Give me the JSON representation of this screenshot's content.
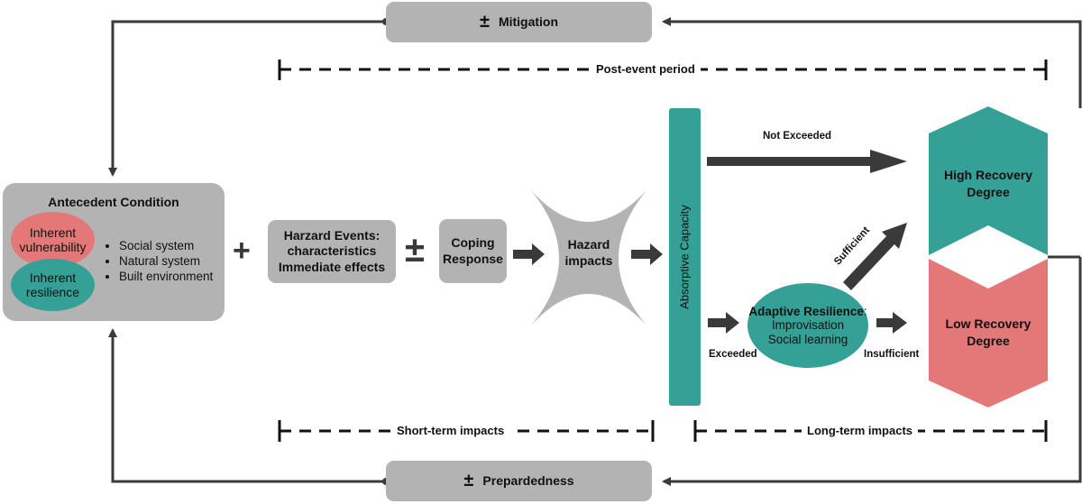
{
  "colors": {
    "gray": "#b3b3b3",
    "teal": "#35a196",
    "red": "#e47878",
    "line": "#3a3a3a"
  },
  "mitigation": {
    "symbol": "±",
    "label": "Mitigation"
  },
  "preparedness": {
    "symbol": "±",
    "label": "Prepardedness"
  },
  "periods": {
    "post_event": "Post-event period",
    "short_term": "Short-term impacts",
    "long_term": "Long-term impacts"
  },
  "antecedent": {
    "title": "Antecedent Condition",
    "vulnerability": "Inherent vulnerability",
    "resilience": "Inherent resilience",
    "systems": [
      "Social system",
      "Natural system",
      "Built environment"
    ]
  },
  "plus_symbol": "+",
  "pm_symbol": "±",
  "hazard_events": {
    "line1": "Harzard Events:",
    "line2": "characteristics",
    "line3": "Immediate effects"
  },
  "coping": {
    "line1": "Coping",
    "line2": "Response"
  },
  "hazard_impacts": {
    "line1": "Hazard",
    "line2": "impacts"
  },
  "absorptive": "Absorptive Capacity",
  "labels": {
    "not_exceeded": "Not Exceeded",
    "exceeded": "Exceeded",
    "sufficient": "Sufficient",
    "insufficient": "Insufficient"
  },
  "adaptive": {
    "title": "Adaptive Resilience",
    "suffix": ":",
    "item1": "Improvisation",
    "item2": "Social learning"
  },
  "high_recovery": {
    "line1": "High Recovery",
    "line2": "Degree"
  },
  "low_recovery": {
    "line1": "Low Recovery",
    "line2": "Degree"
  }
}
